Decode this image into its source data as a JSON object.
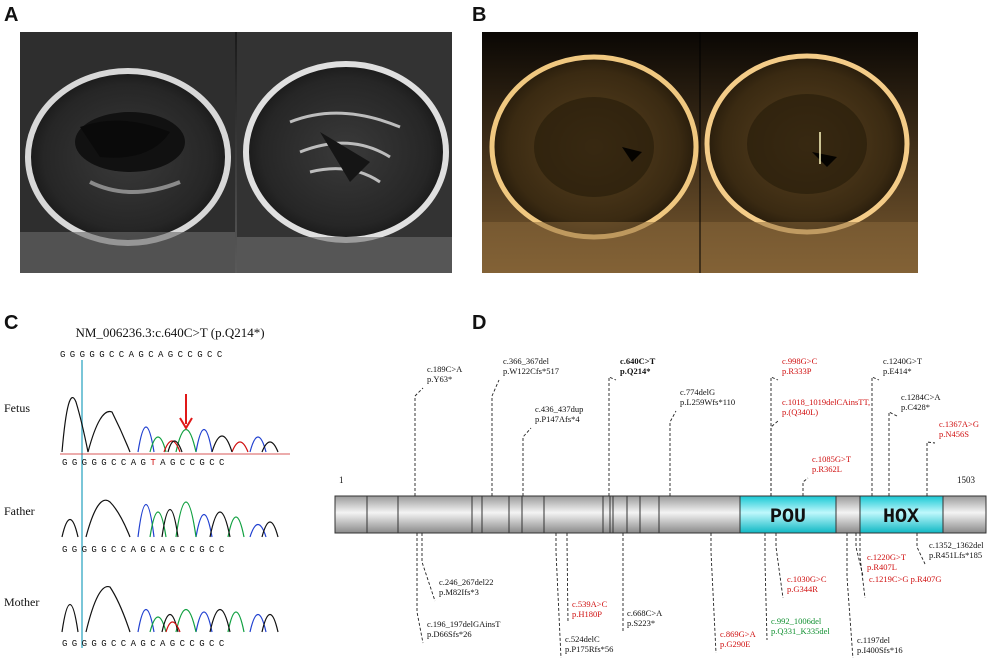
{
  "panels": {
    "a": "A",
    "b": "B",
    "c": "C",
    "d": "D"
  },
  "panel_c": {
    "title": "NM_006236.3:c.640C>T (p.Q214*)",
    "ref_sequence": "GGGGGCCAGCAGCCGCC",
    "rows": [
      {
        "label": "Fetus",
        "sequence": "GGGGGCCAGTAGCCGCC",
        "color": "#d01010"
      },
      {
        "label": "Father",
        "sequence": "GGGGGCCAGCAGCCGCC"
      },
      {
        "label": "Mother",
        "sequence": "GGGGGCCAGCAGCCGCC"
      }
    ]
  },
  "panel_d": {
    "start": "1",
    "end": "1503",
    "domains": [
      {
        "name": "POU"
      },
      {
        "name": "HOX"
      }
    ],
    "colors": {
      "domain": "#22e0ec",
      "exon": "#c8c8c8",
      "red": "#d01010",
      "green": "#109030",
      "black": "#111111"
    },
    "top_variants": [
      {
        "c": "c.189C>A",
        "p": "p.Y63*",
        "color": "black"
      },
      {
        "c": "c.366_367del",
        "p": "p.W122Cfs*517",
        "color": "black"
      },
      {
        "c": "c.436_437dup",
        "p": "p.P147Afs*4",
        "color": "black"
      },
      {
        "c": "c.640C>T",
        "p": "p.Q214*",
        "color": "black",
        "bold": true
      },
      {
        "c": "c.774delG",
        "p": "p.L259Wfs*110",
        "color": "black"
      },
      {
        "c": "c.998G>C",
        "p": "p.R333P",
        "color": "red"
      },
      {
        "c": "c.1018_1019delCAinsTT,",
        "p": "p.(Q340L)",
        "color": "red"
      },
      {
        "c": "c.1085G>T",
        "p": "p.R362L",
        "color": "red"
      },
      {
        "c": "c.1240G>T",
        "p": "p.E414*",
        "color": "black"
      },
      {
        "c": "c.1284C>A",
        "p": "p.C428*",
        "color": "black"
      },
      {
        "c": "c.1367A>G",
        "p": "p.N456S",
        "color": "red"
      }
    ],
    "bottom_variants": [
      {
        "c": "c.246_267del22",
        "p": "p.M82Ifs*3",
        "color": "black"
      },
      {
        "c": "c.196_197delGAinsT",
        "p": "p.D66Sfs*26",
        "color": "black"
      },
      {
        "c": "c.539A>C",
        "p": "p.H180P",
        "color": "red"
      },
      {
        "c": "c.524delC",
        "p": "p.P175Rfs*56",
        "color": "black"
      },
      {
        "c": "c.668C>A",
        "p": "p.S223*",
        "color": "black"
      },
      {
        "c": "c.869G>A",
        "p": "p.G290E",
        "color": "red"
      },
      {
        "c": "c.1030G>C",
        "p": "p.G344R",
        "color": "red"
      },
      {
        "c": "c.992_1006del",
        "p": "p.Q331_K335del",
        "color": "green"
      },
      {
        "c": "c.1220G>T",
        "p": "p.R407L",
        "color": "red"
      },
      {
        "c": "c.1219C>G p.R407G",
        "p": "",
        "color": "red"
      },
      {
        "c": "c.1352_1362del",
        "p": "p.R451Lfs*185",
        "color": "black"
      },
      {
        "c": "c.1197del",
        "p": "p.I400Sfs*16",
        "color": "black"
      }
    ]
  }
}
